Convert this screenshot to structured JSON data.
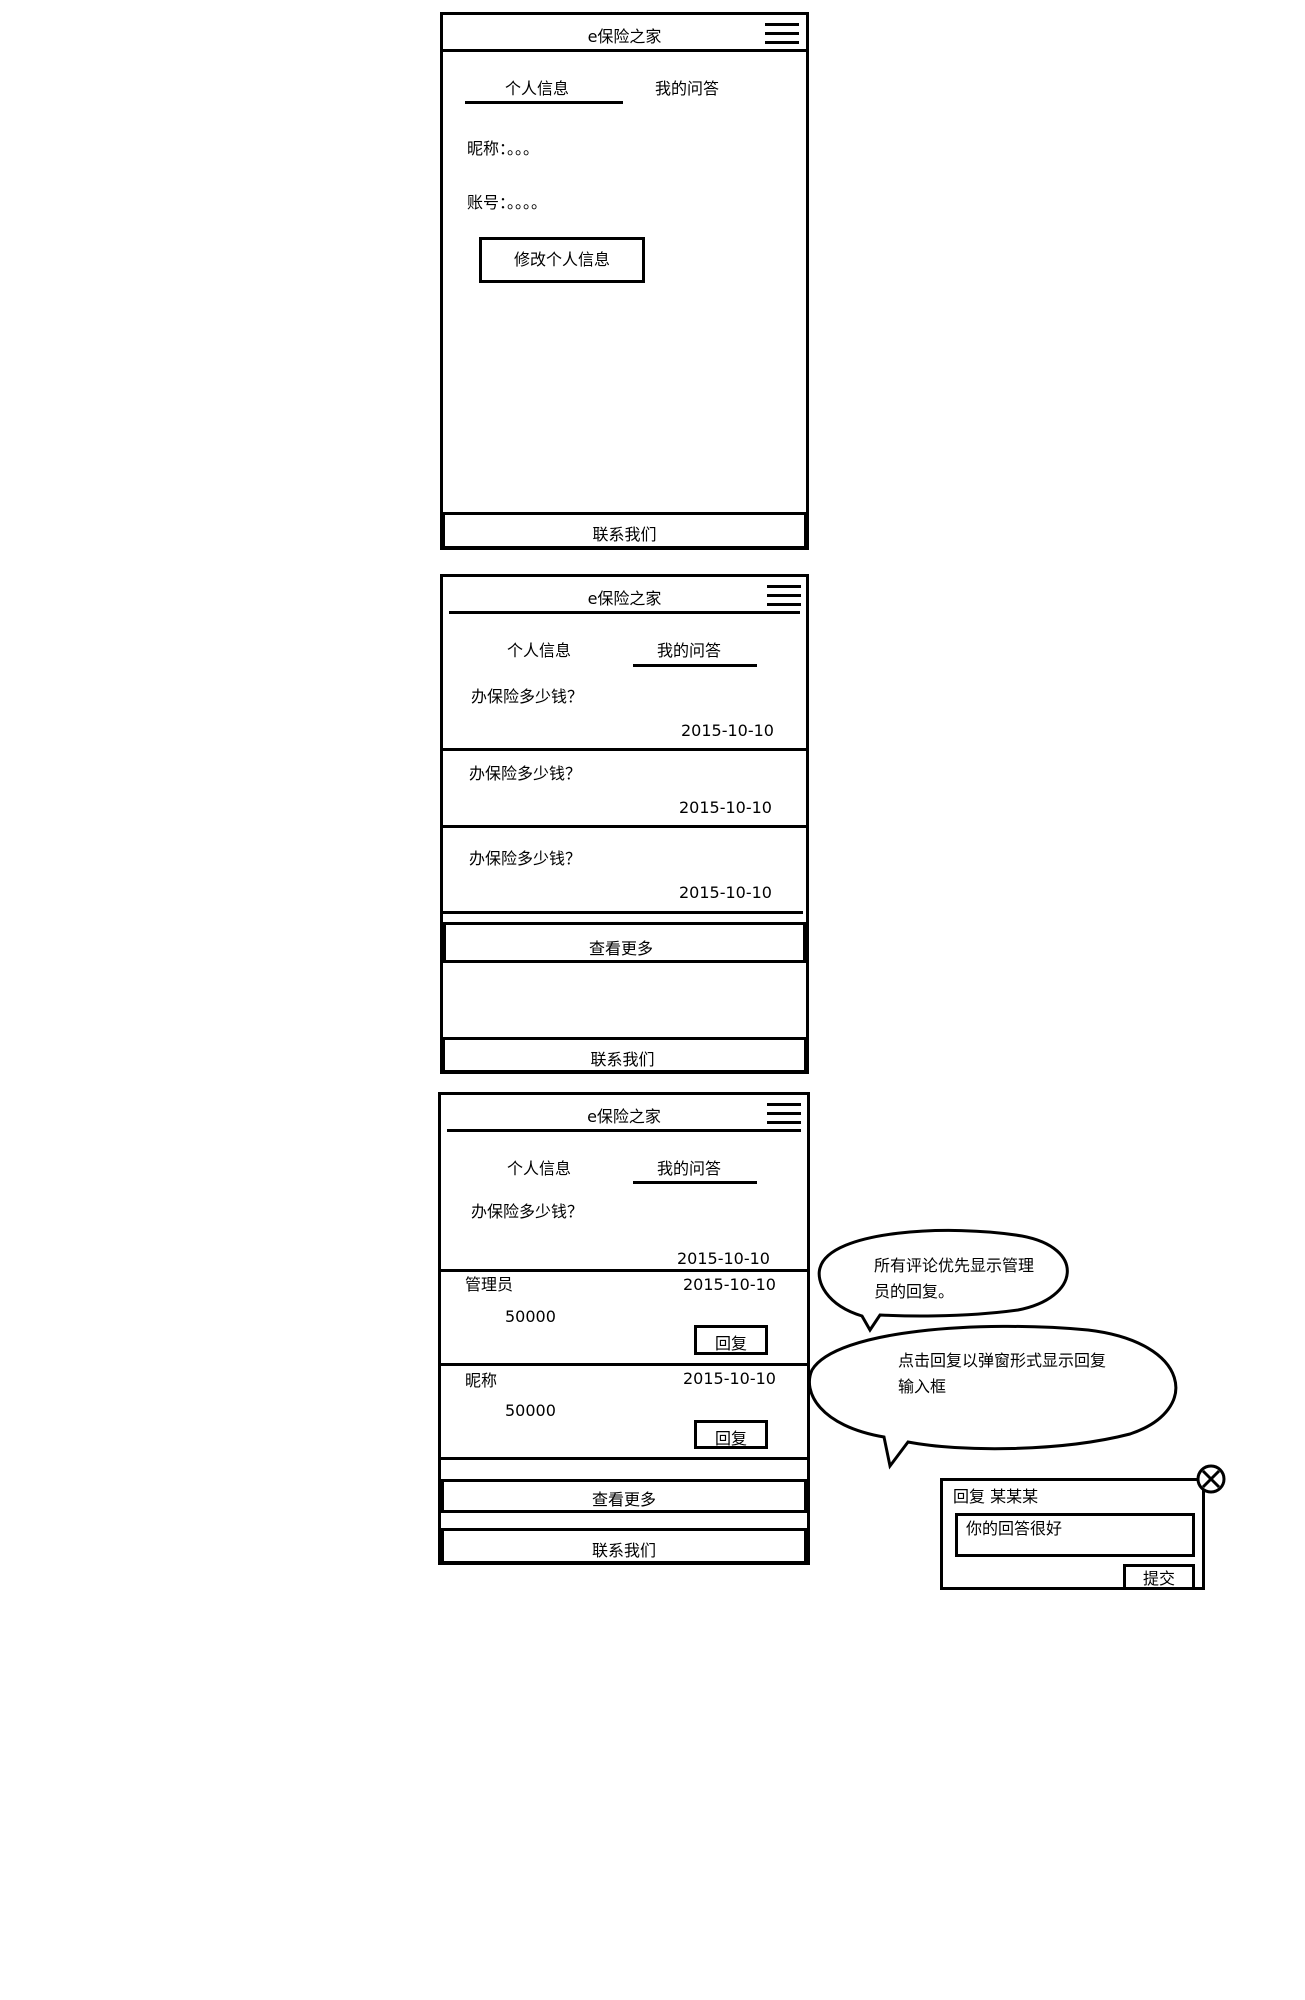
{
  "app": {
    "title": "e保险之家",
    "menu_icon": "hamburger-menu-icon",
    "footer_label": "联系我们",
    "tab_profile": "个人信息",
    "tab_answers": "我的问答"
  },
  "screen1": {
    "nickname_label": "昵称：。。。",
    "account_label": "账号：。。。。",
    "edit_button": "修改个人信息"
  },
  "screen2": {
    "questions": [
      {
        "question": "办保险多少钱？",
        "date": "2015-10-10"
      },
      {
        "question": "办保险多少钱？",
        "date": "2015-10-10"
      },
      {
        "question": "办保险多少钱？",
        "date": "2015-10-10"
      }
    ],
    "more_button": "查看更多"
  },
  "screen3": {
    "question": "办保险多少钱？",
    "question_date": "2015-10-10",
    "comments": [
      {
        "author": "管理员",
        "date": "2015-10-10",
        "content": "50000",
        "reply_button": "回复"
      },
      {
        "author": "昵称",
        "date": "2015-10-10",
        "content": "50000",
        "reply_button": "回复"
      }
    ],
    "more_button": "查看更多"
  },
  "annotations": {
    "note1_line1": "所有评论优先显示管理",
    "note1_line2": "员的回复。",
    "note2_line1": "点击回复以弹窗形式显示回复",
    "note2_line2": "输入框"
  },
  "reply_popup": {
    "title": "回复 某某某",
    "input_value": "你的回答很好",
    "submit_button": "提交",
    "close_icon": "close-circle-icon"
  }
}
